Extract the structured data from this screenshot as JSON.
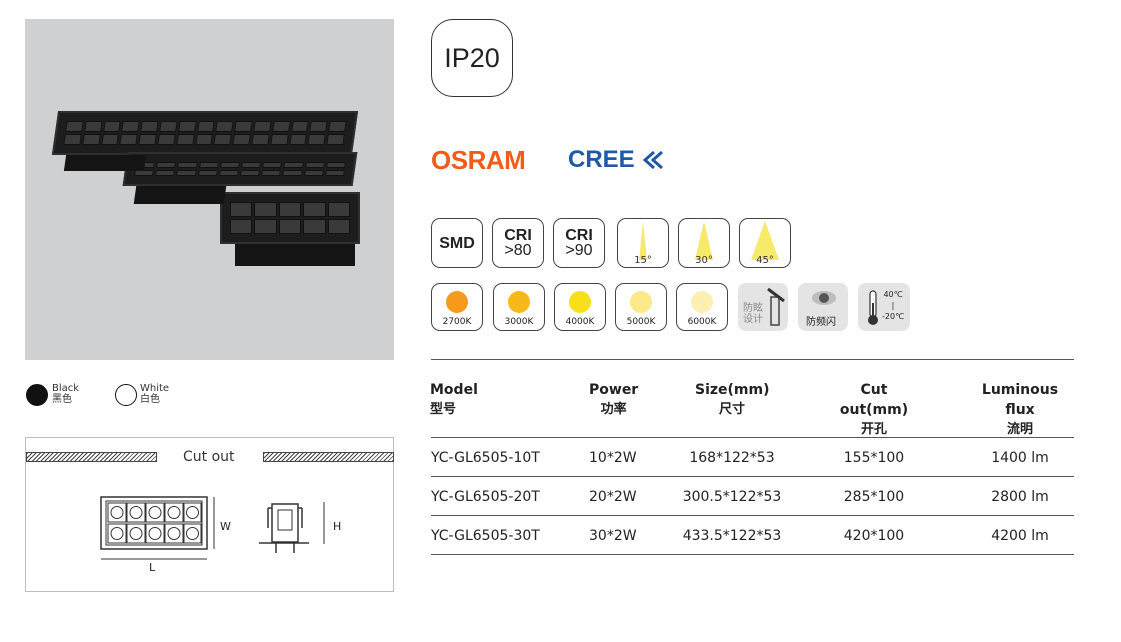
{
  "protection": {
    "ip": "IP20"
  },
  "brands": {
    "osram": "OSRAM",
    "cree": "CREE"
  },
  "colors": {
    "osram": "#f25c19",
    "cree": "#1e5aa8",
    "beam": "#f7e96a"
  },
  "features": [
    {
      "id": "smd",
      "line1": "SMD",
      "line2": ""
    },
    {
      "id": "cri80",
      "line1": "CRI",
      "line2": ">80"
    },
    {
      "id": "cri90",
      "line1": "CRI",
      "line2": ">90"
    }
  ],
  "beam_angles": [
    "15°",
    "30°",
    "45°"
  ],
  "cct": [
    {
      "label": "2700K",
      "color": "#f59a1a"
    },
    {
      "label": "3000K",
      "color": "#f7b81a"
    },
    {
      "label": "4000K",
      "color": "#f7e01a"
    },
    {
      "label": "5000K",
      "color": "#fbe98a"
    },
    {
      "label": "6000K",
      "color": "#fcefb3"
    }
  ],
  "icons": {
    "glare": {
      "line1": "防眩",
      "line2": "设计"
    },
    "flicker": {
      "label": "防频闪"
    },
    "temp": {
      "high": "40℃",
      "low": "-20℃"
    }
  },
  "finish": [
    {
      "en": "Black",
      "cn": "黑色",
      "color": "#111111"
    },
    {
      "en": "White",
      "cn": "白色",
      "color": "#ffffff"
    }
  ],
  "cutout": {
    "title": "Cut out",
    "w": "W",
    "l": "L",
    "h": "H"
  },
  "table": {
    "headers": [
      {
        "en": "Model",
        "cn": "型号"
      },
      {
        "en": "Power",
        "cn": "功率"
      },
      {
        "en": "Size(mm)",
        "cn": "尺寸"
      },
      {
        "en": "Cut out(mm)",
        "cn": "开孔"
      },
      {
        "en": "Luminous flux",
        "cn": "流明"
      }
    ],
    "rows": [
      [
        "YC-GL6505-10T",
        "10*2W",
        "168*122*53",
        "155*100",
        "1400 lm"
      ],
      [
        "YC-GL6505-20T",
        "20*2W",
        "300.5*122*53",
        "285*100",
        "2800 lm"
      ],
      [
        "YC-GL6505-30T",
        "30*2W",
        "433.5*122*53",
        "420*100",
        "4200 lm"
      ]
    ]
  }
}
